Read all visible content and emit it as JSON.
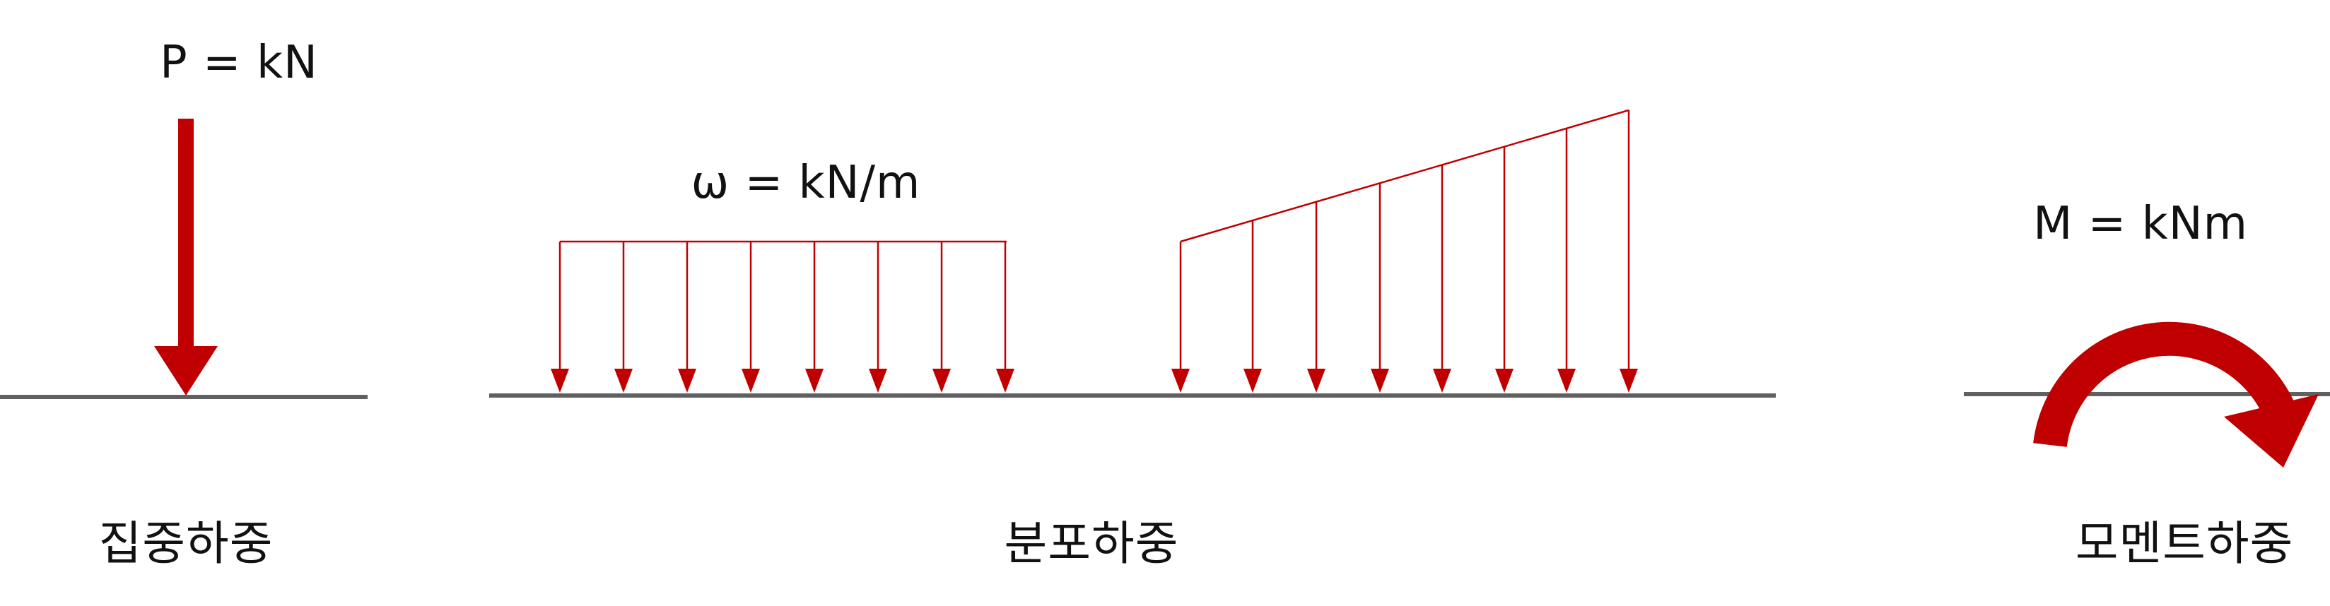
{
  "colors": {
    "load": "#c00000",
    "beam": "#606060",
    "text": "#111111"
  },
  "point_load": {
    "label": "P = kN",
    "caption": "집중하중"
  },
  "distributed_load": {
    "uniform_label": "ω = kN/m",
    "caption": "분포하중"
  },
  "moment_load": {
    "label": "M = kNm",
    "caption": "모멘트하중"
  }
}
